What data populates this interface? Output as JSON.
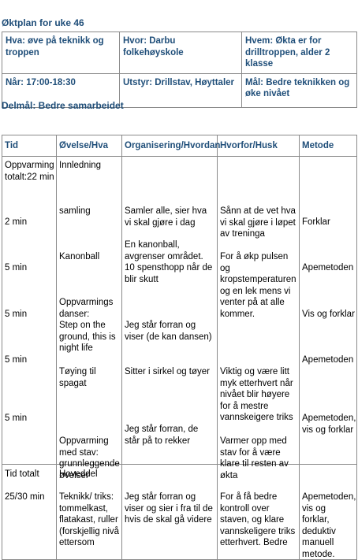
{
  "title": "Øktplan for uke 46",
  "info": {
    "hva": "Hva: øve på teknikk og troppen",
    "hvor": "Hvor: Darbu folkehøyskole",
    "hvem": "Hvem: Økta er for drilltroppen, alder 2 klasse",
    "nar": "Når: 17:00-18:30",
    "utstyr": "Utstyr: Drillstav, Høyttaler",
    "mal": "Mål: Bedre teknikken og øke nivået"
  },
  "delmal": "Delmål: Bedre samarbeidet",
  "plan": {
    "headers": [
      "Tid",
      "Øvelse/Hva",
      "Organisering/Hvordan",
      "Hvorfor/Husk",
      "Metode"
    ],
    "warmup": {
      "tid": [
        "Oppvarming totalt:22 min",
        "2 min",
        "5 min",
        "5 min",
        "5 min",
        "5 min"
      ],
      "ovelse": [
        "Innledning",
        "samling",
        "Kanonball",
        "Oppvarmings danser:",
        "Step on the ground, this is night life",
        "Tøying til spagat",
        "Oppvarming med stav: grunnleggende øvelser"
      ],
      "organisering": [
        "Samler alle, sier hva vi skal gjøre i dag",
        "En kanonball, avgrenser området. 10 spensthopp når de blir skutt",
        "Jeg står forran og viser (de kan dansen)",
        "Sitter i sirkel og tøyer",
        "Jeg står forran, de står på to rekker"
      ],
      "hvorfor": [
        "Sånn at de vet hva vi skal gjøre i løpet av treninga",
        "For å økp pulsen og kropstemperaturen og en lek mens vi venter på at alle kommer.",
        "Viktig og være litt myk etterhvert når nivået blir høyere for å mestre vannskeigere triks",
        "Varmer opp med stav for å være klare til resten av økta"
      ],
      "metode": [
        "Forklar",
        "Apemetoden",
        "Vis og forklar",
        "Apemetoden",
        "Apemetoden, vis og forklar"
      ]
    },
    "main": {
      "tid": [
        "Tid totalt",
        "25/30 min"
      ],
      "ovelse": [
        "Hoveddel",
        "Teknikk/ triks: tommelkast, flatakast, ruller (forskjellig nivå ettersom"
      ],
      "organisering": "Jeg står forran og viser og sier i fra til de hvis de skal gå videre",
      "hvorfor": "For å få bedre kontroll over staven, og klare vannskeligere triks etterhvert. Bedre",
      "metode": "Apemetoden, vis og forklar, deduktiv manuell metode."
    }
  }
}
